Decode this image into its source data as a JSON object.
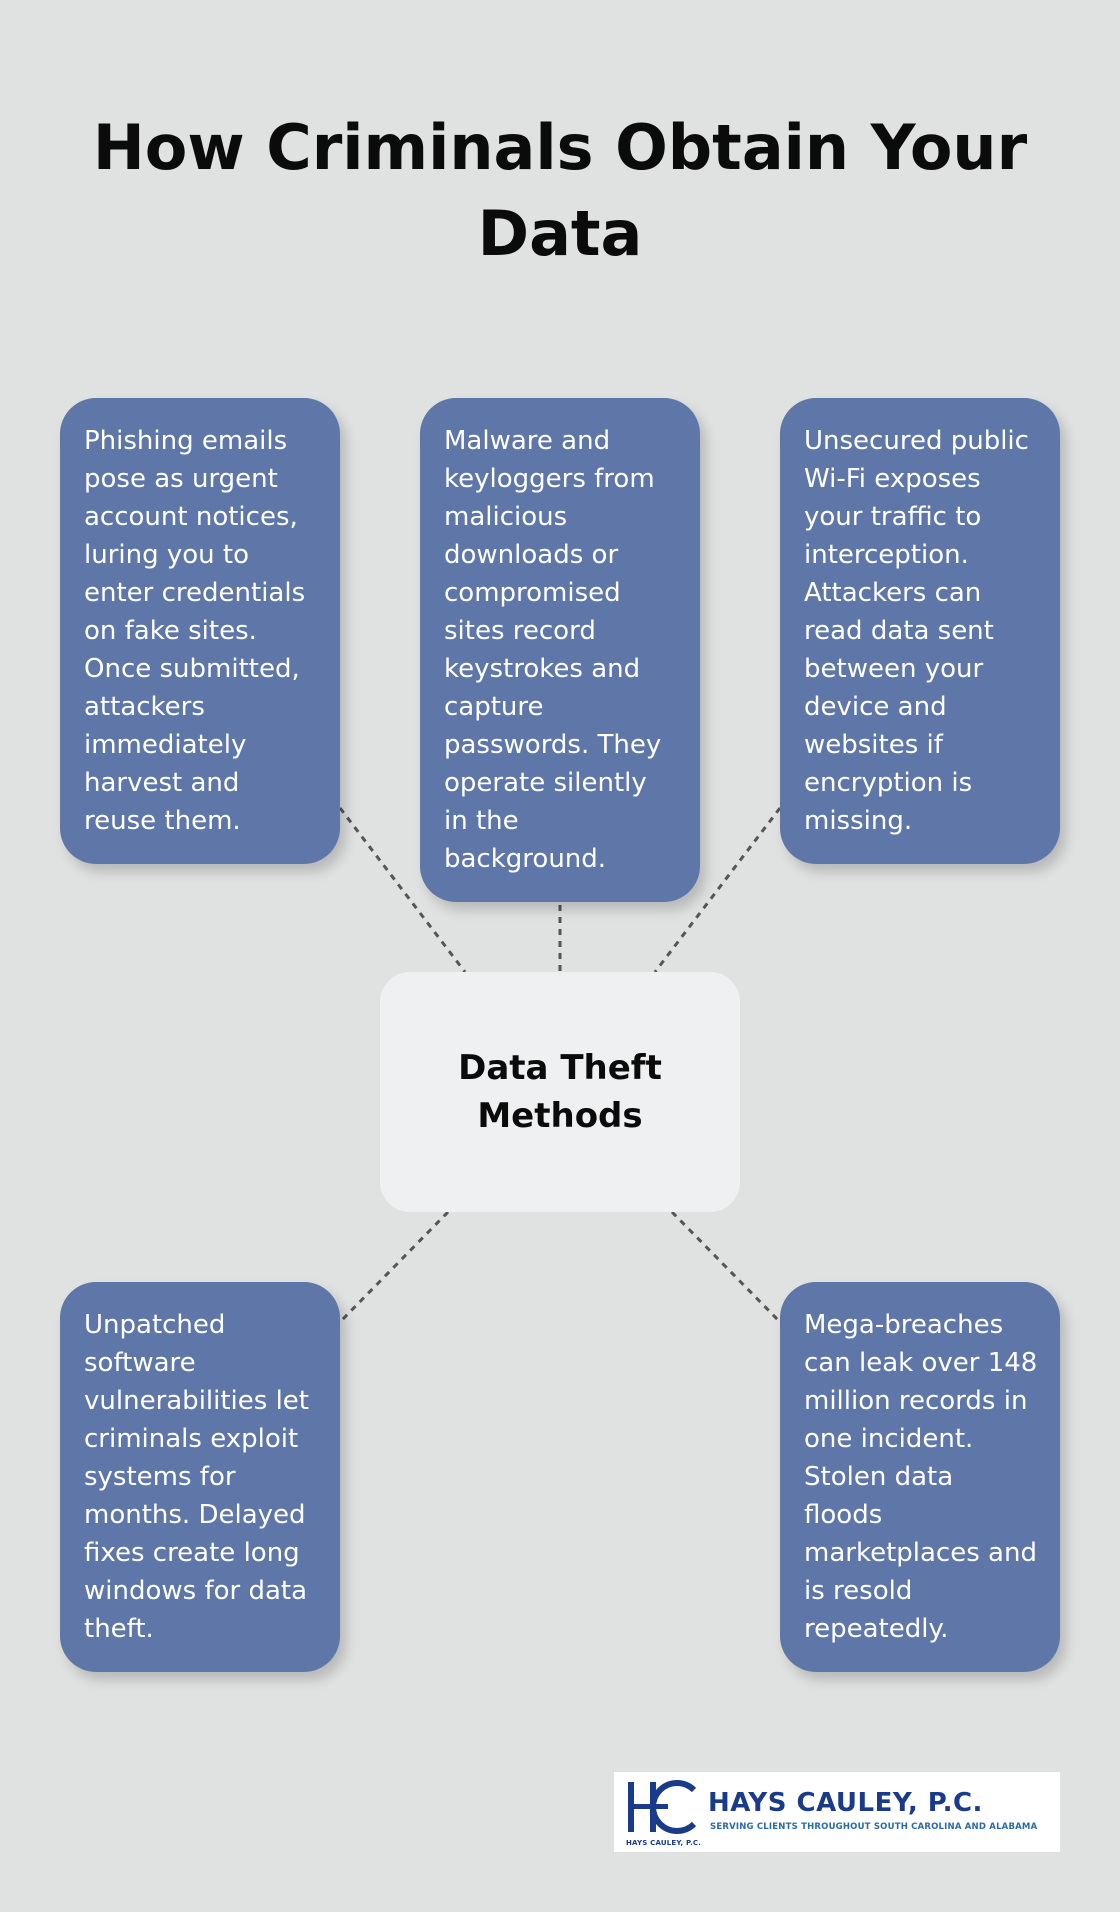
{
  "title": "How Criminals Obtain Your Data",
  "center": {
    "label": "Data Theft Methods"
  },
  "cards": [
    {
      "text": "Phishing emails pose as urgent account notices, luring you to enter credentials on fake sites. Once submitted, attackers immediately harvest and reuse them."
    },
    {
      "text": "Malware and keyloggers from malicious downloads or compromised sites record keystrokes and capture passwords. They operate silently in the background."
    },
    {
      "text": "Unsecured public Wi-Fi exposes your traffic to interception. Attackers can read data sent between your device and websites if encryption is missing."
    },
    {
      "text": "Unpatched software vulnerabilities let criminals exploit systems for months. Delayed fixes create long windows for data theft."
    },
    {
      "text": "Mega-breaches can leak over 148 million records in one incident. Stolen data floods marketplaces and is resold repeatedly."
    }
  ],
  "logo": {
    "name": "HAYS CAULEY, P.C.",
    "tagline": "SERVING CLIENTS THROUGHOUT SOUTH CAROLINA AND ALABAMA",
    "small_text": "HAYS CAULEY, P.C."
  },
  "colors": {
    "background": "#e0e1e1",
    "card": "#5e77a8",
    "center_box": "#eff0f2",
    "logo_blue": "#1a3a8a"
  }
}
